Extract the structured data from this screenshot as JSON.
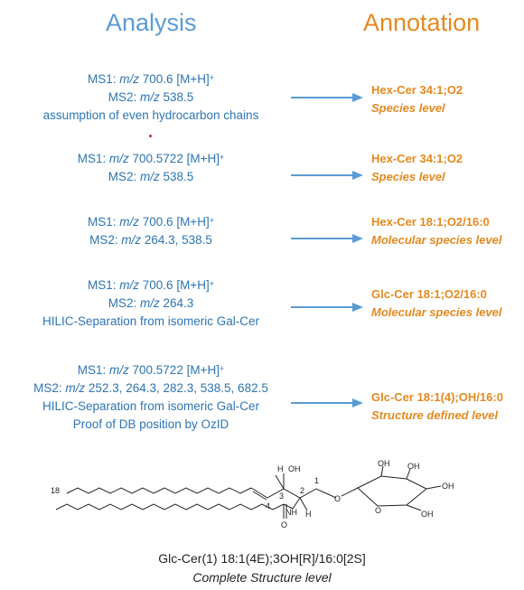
{
  "headers": {
    "analysis": "Analysis",
    "annotation": "Annotation"
  },
  "rows": [
    {
      "lines": [
        {
          "pre": "MS1: ",
          "mz": "m/z",
          "post": " 700.6 [M+H]",
          "sup": "+"
        },
        {
          "pre": "MS2: ",
          "mz": "m/z",
          "post": " 538.5",
          "sup": ""
        },
        {
          "pre": "assumption of even hydrocarbon chains",
          "mz": "",
          "post": "",
          "sup": ""
        }
      ],
      "annotation": "Hex-Cer 34:1;O2",
      "level": "Species level"
    },
    {
      "lines": [
        {
          "pre": "MS1: ",
          "mz": "m/z",
          "post": " 700.5722 [M+H]",
          "sup": "+"
        },
        {
          "pre": "MS2: ",
          "mz": "m/z",
          "post": " 538.5",
          "sup": ""
        }
      ],
      "annotation": "Hex-Cer 34:1;O2",
      "level": "Species level"
    },
    {
      "lines": [
        {
          "pre": "MS1: ",
          "mz": "m/z",
          "post": " 700.6 [M+H]",
          "sup": "+"
        },
        {
          "pre": "MS2: ",
          "mz": "m/z",
          "post": " 264.3, 538.5",
          "sup": ""
        }
      ],
      "annotation": "Hex-Cer 18:1;O2/16:0",
      "level": "Molecular species level"
    },
    {
      "lines": [
        {
          "pre": "MS1: ",
          "mz": "m/z",
          "post": " 700.6 [M+H]",
          "sup": "+"
        },
        {
          "pre": "MS2: ",
          "mz": "m/z",
          "post": " 264.3",
          "sup": ""
        },
        {
          "pre": "HILIC-Separation from isomeric Gal-Cer",
          "mz": "",
          "post": "",
          "sup": ""
        }
      ],
      "annotation": "Glc-Cer 18:1;O2/16:0",
      "level": "Molecular species level"
    },
    {
      "lines": [
        {
          "pre": "MS1: ",
          "mz": "m/z",
          "post": " 700.5722 [M+H]",
          "sup": "+"
        },
        {
          "pre": "MS2: ",
          "mz": "m/z",
          "post": " 252.3, 264.3, 282.3, 538.5, 682.5",
          "sup": ""
        },
        {
          "pre": "HILIC-Separation from isomeric Gal-Cer",
          "mz": "",
          "post": "",
          "sup": ""
        },
        {
          "pre": "Proof of DB position by OzID",
          "mz": "",
          "post": "",
          "sup": ""
        }
      ],
      "annotation": "Glc-Cer 18:1(4);OH/16:0",
      "level": "Structure defined level"
    }
  ],
  "structure": {
    "atom_labels": {
      "c18": "18",
      "c4": "4",
      "c3": "3",
      "c2": "2",
      "c1": "1",
      "h_top": "H",
      "h_bottom": "H",
      "oh_c3": "OH",
      "nh": "NH",
      "o_carbonyl": "O",
      "o_link": "O",
      "o_ring": "O",
      "oh_1": "OH",
      "oh_2": "OH",
      "oh_3": "OH",
      "oh_4": "OH"
    },
    "name": "Glc-Cer(1) 18:1(4E);3OH[R]/16:0[2S]",
    "level": "Complete Structure level"
  },
  "colors": {
    "analysis_header": "#5b9bd5",
    "analysis_text": "#2e74b5",
    "annotation": "#e6891f",
    "arrow": "#5b9bd5"
  }
}
